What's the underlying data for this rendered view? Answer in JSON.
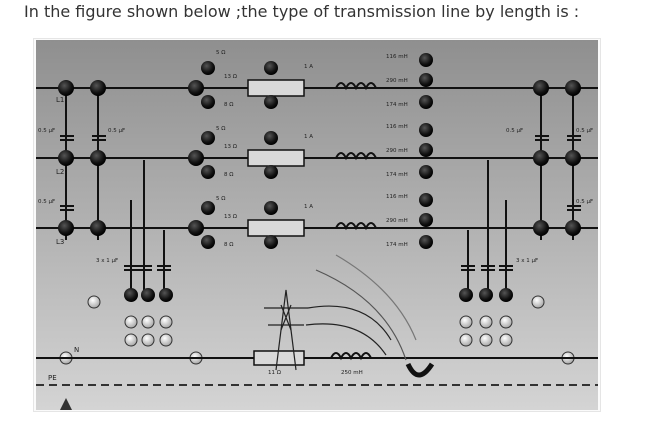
{
  "question": {
    "text": "In the figure shown below ;the type of transmission line by length is :"
  },
  "panel": {
    "line_labels": [
      "L1",
      "L2",
      "L3"
    ],
    "neutral_label": "N",
    "pe_label": "PE",
    "phases": [
      {
        "r_top": "5 Ω",
        "r_mid": "13 Ω",
        "r_bot": "8 Ω",
        "current": "1 A",
        "l_top": "116 mH",
        "l_mid": "290 mH",
        "l_bot": "174 mH"
      },
      {
        "r_top": "5 Ω",
        "r_mid": "13 Ω",
        "r_bot": "8 Ω",
        "current": "1 A",
        "l_top": "116 mH",
        "l_mid": "290 mH",
        "l_bot": "174 mH"
      },
      {
        "r_top": "5 Ω",
        "r_mid": "13 Ω",
        "r_bot": "8 Ω",
        "current": "1 A",
        "l_top": "116 mH",
        "l_mid": "290 mH",
        "l_bot": "174 mH"
      }
    ],
    "cap_left_a": "0.5 µF",
    "cap_left_b": "0.5 µF",
    "cap_left_c": "0.5 µF",
    "cap_right_a": "0.5 µF",
    "cap_right_b": "0.5 µF",
    "cap_right_c": "0.5 µF",
    "cap_bank_left": "3 x 1 µF",
    "cap_bank_right": "3 x 1 µF",
    "neutral_resistor": "11 Ω",
    "neutral_inductor": "250 mH"
  },
  "colors": {
    "panel_bg": "#9a9a9a",
    "panel_light": "#c9c9c9",
    "wire": "#111111",
    "terminal": "#151515"
  }
}
